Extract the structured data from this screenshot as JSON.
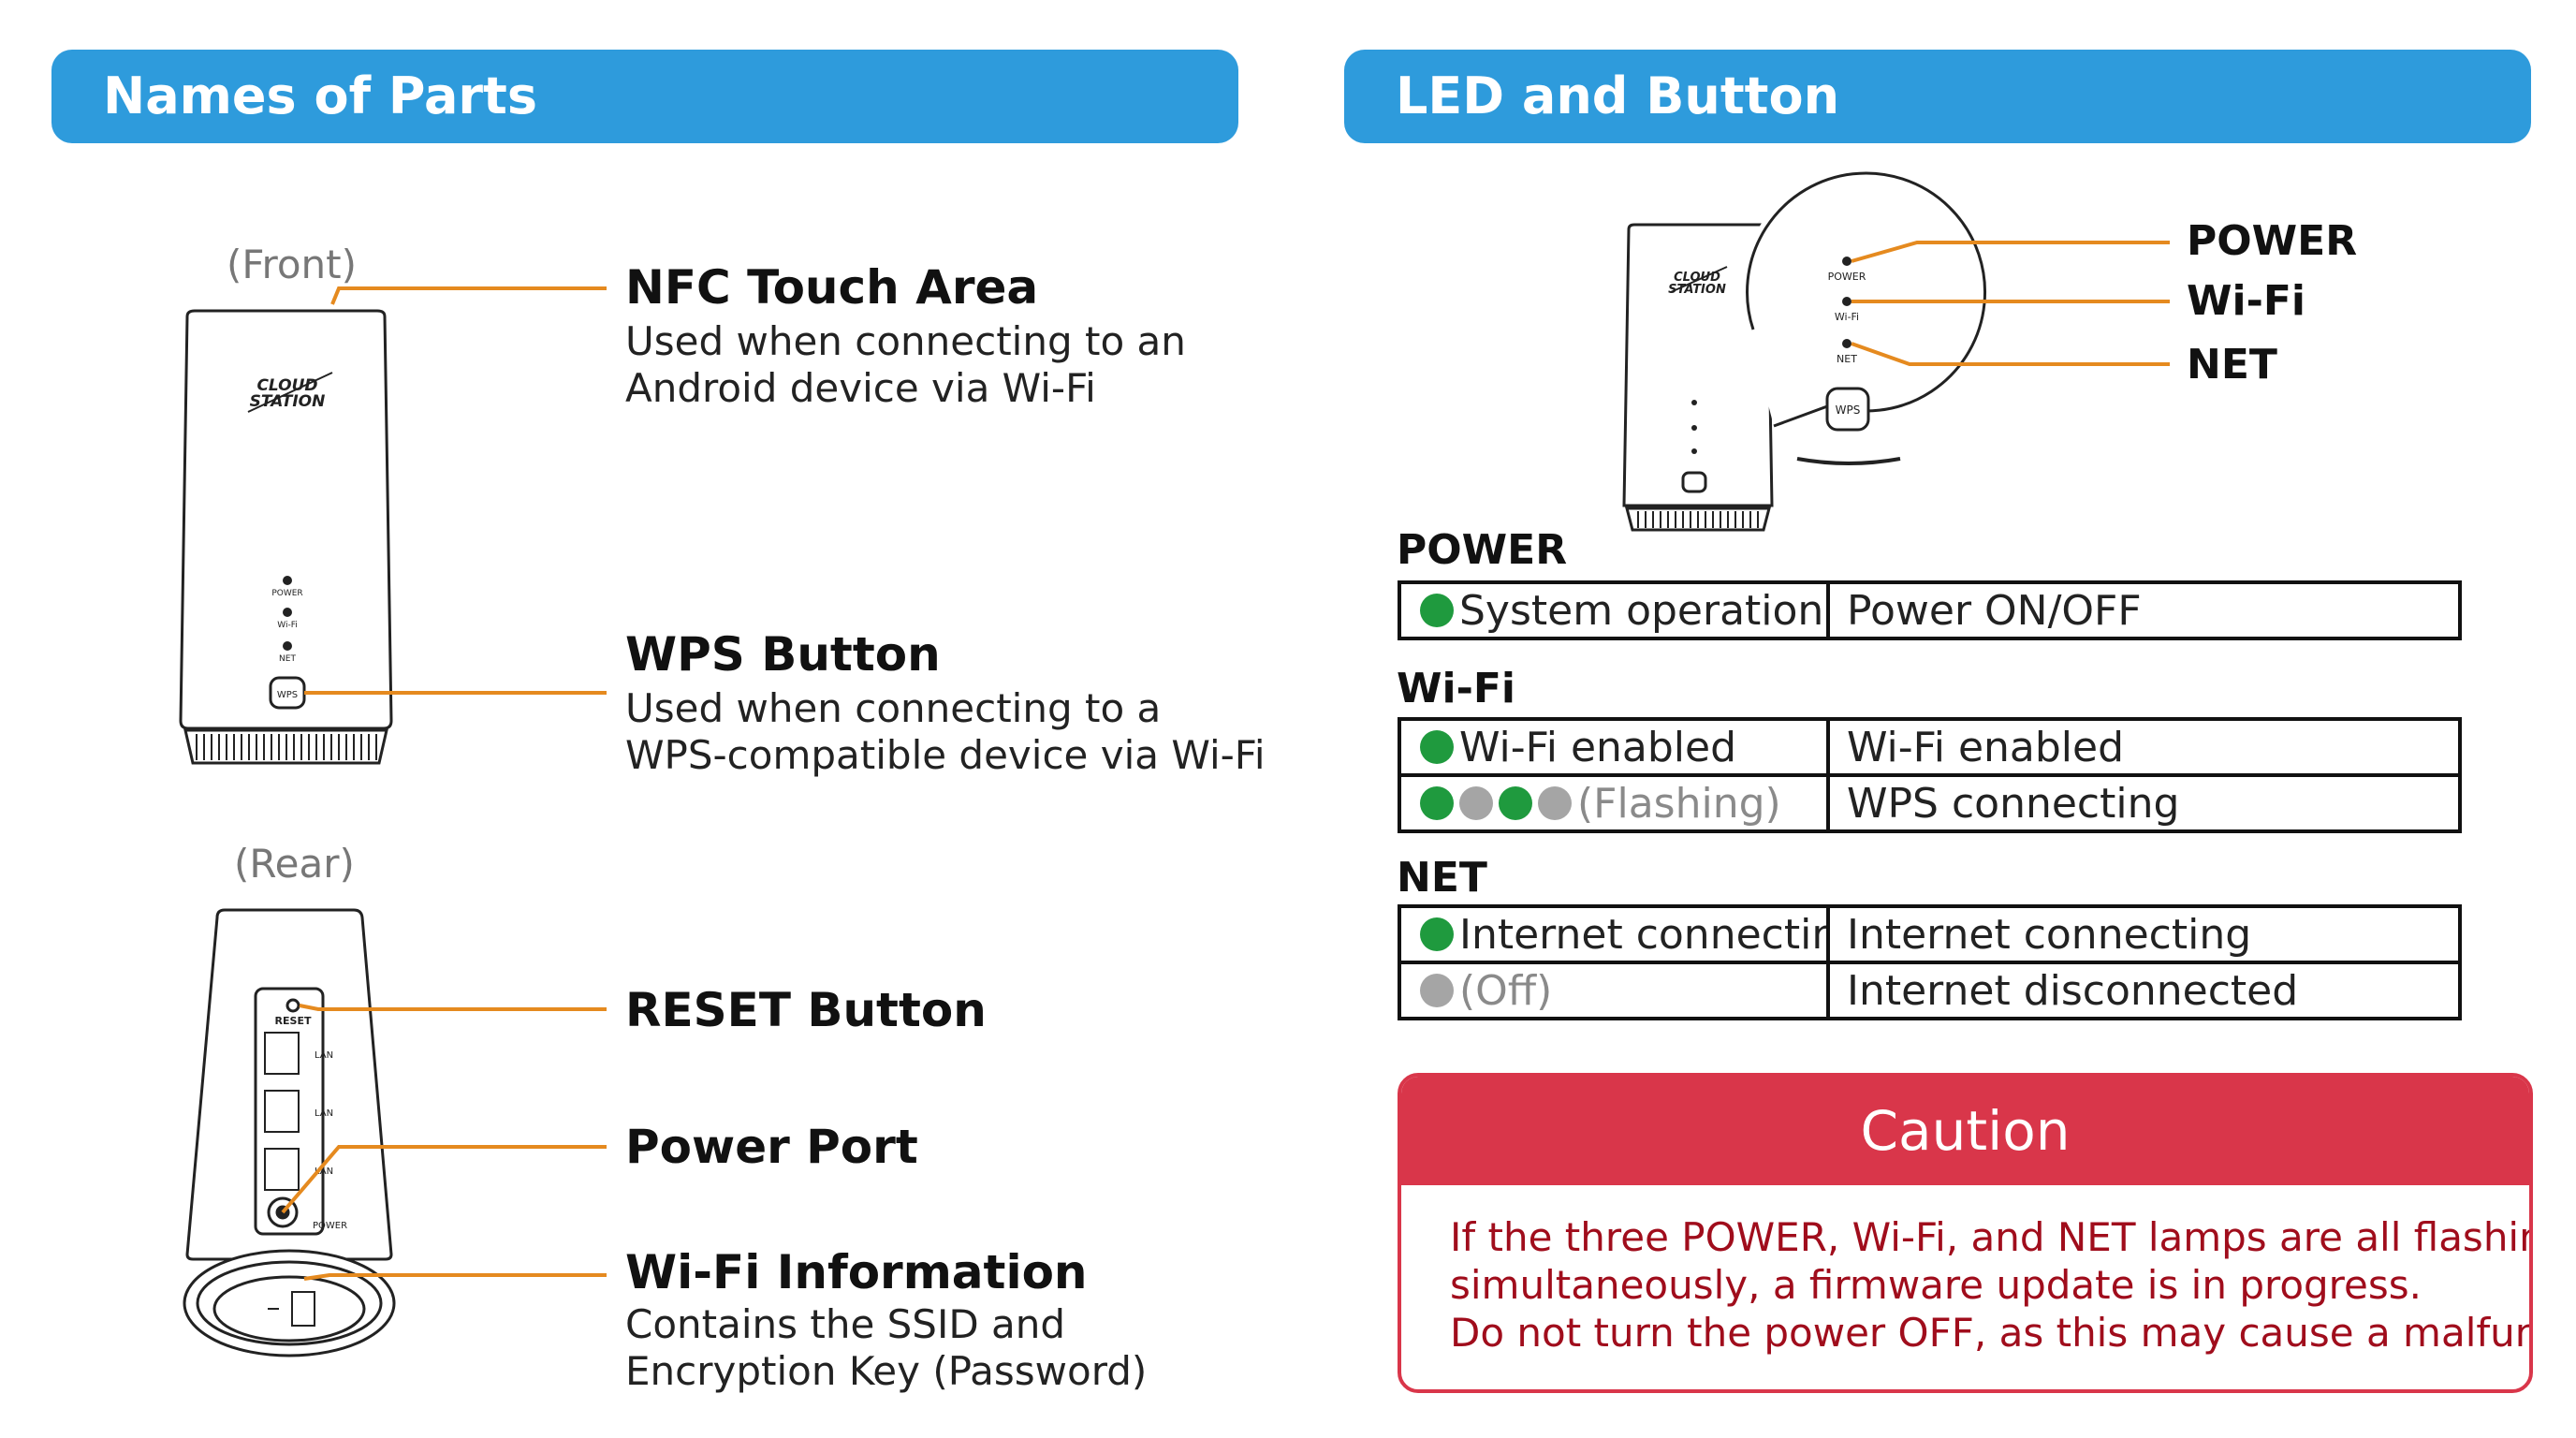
{
  "left_panel": {
    "title": "Names of Parts",
    "front_label": "(Front)",
    "rear_label": "(Rear)",
    "parts": [
      {
        "title": "NFC Touch Area",
        "desc": [
          "Used when connecting to an",
          "Android device via Wi-Fi"
        ]
      },
      {
        "title": "WPS Button",
        "desc": [
          "Used when connecting to a",
          "WPS-compatible device via Wi-Fi"
        ]
      },
      {
        "title": "RESET Button",
        "desc": []
      },
      {
        "title": "Power Port",
        "desc": []
      },
      {
        "title": "Wi-Fi Information",
        "desc": [
          "Contains the SSID and",
          "Encryption Key (Password)"
        ]
      }
    ],
    "device": {
      "brand_line1": "CLOUD",
      "brand_line2": "STATION",
      "led_power": "POWER",
      "led_wifi": "Wi-Fi",
      "led_net": "NET",
      "wps_label": "WPS",
      "rear_reset": "RESET",
      "rear_ports": [
        "LAN",
        "LAN",
        "LAN"
      ],
      "rear_power": "POWER"
    }
  },
  "right_panel": {
    "title": "LED and Button",
    "led_labels": [
      "POWER",
      "Wi-Fi",
      "NET"
    ],
    "sections": [
      {
        "name": "POWER",
        "rows": [
          {
            "dots": [
              "green"
            ],
            "status": "System operational",
            "meaning": "Power ON/OFF"
          }
        ]
      },
      {
        "name": "Wi-Fi",
        "rows": [
          {
            "dots": [
              "green"
            ],
            "status": "Wi-Fi enabled",
            "meaning": "Wi-Fi enabled"
          },
          {
            "dots": [
              "green",
              "gray",
              "green",
              "gray"
            ],
            "status": "(Flashing)",
            "meaning": "WPS connecting"
          }
        ]
      },
      {
        "name": "NET",
        "rows": [
          {
            "dots": [
              "green"
            ],
            "status": "Internet connecting",
            "meaning": "Internet connecting"
          },
          {
            "dots": [
              "gray"
            ],
            "status": "(Off)",
            "meaning": "Internet disconnected"
          }
        ]
      }
    ],
    "caution": {
      "title": "Caution",
      "lines": [
        "If the three POWER, Wi-Fi, and NET lamps are all flashing",
        "simultaneously, a firmware update is in progress.",
        "Do not turn the power OFF, as this may cause a malfunction."
      ]
    }
  },
  "colors": {
    "banner": "#2e9bdc",
    "leader_line": "#e58a1f",
    "led_green": "#1f9a3e",
    "led_off": "#a5a5a5",
    "caution": "#d9364a",
    "caution_text": "#a00d1c"
  }
}
